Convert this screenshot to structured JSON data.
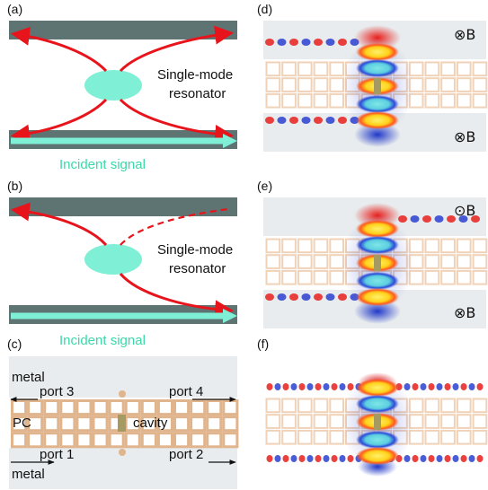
{
  "panel_labels": {
    "a": "(a)",
    "b": "(b)",
    "c": "(c)",
    "d": "(d)",
    "e": "(e)",
    "f": "(f)"
  },
  "panel_a": {
    "resonator_line1": "Single-mode",
    "resonator_line2": "resonator",
    "signal": "Incident signal"
  },
  "panel_b": {
    "resonator_line1": "Single-mode",
    "resonator_line2": "resonator",
    "signal": "Incident signal"
  },
  "panel_c": {
    "metal_top": "metal",
    "metal_bottom": "metal",
    "port1": "port 1",
    "port2": "port 2",
    "port3": "port 3",
    "port4": "port 4",
    "pc": "PC",
    "cavity": "cavity"
  },
  "panel_d": {
    "b_top": "⊗B",
    "b_bottom": "⊗B"
  },
  "panel_e": {
    "b_top": "⊙B",
    "b_bottom": "⊗B"
  },
  "colors": {
    "waveguide": "#5d7472",
    "resonator": "#7ff0d6",
    "arrow_red": "#e8141c",
    "signal": "#3ad9a7",
    "lattice": "#e0b48c",
    "metal_bg": "#e8ecee"
  }
}
